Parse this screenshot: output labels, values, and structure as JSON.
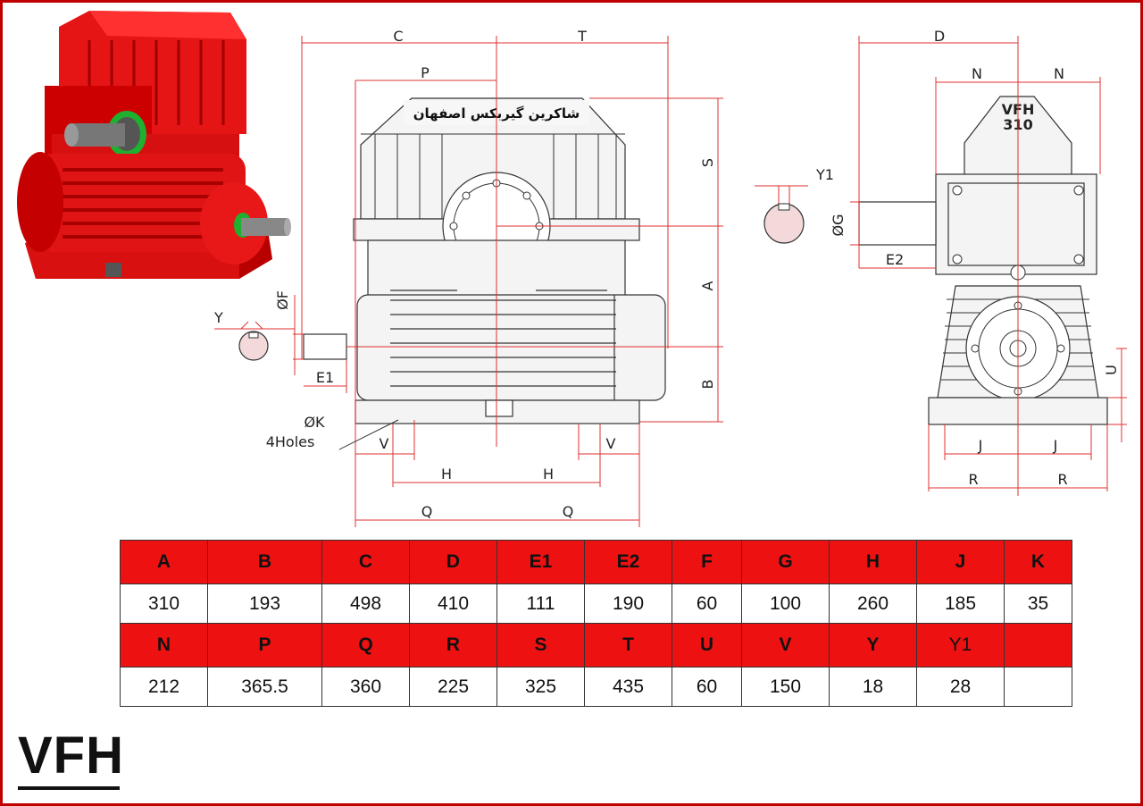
{
  "drawing": {
    "company_title": "شاکرین گیربکس اصفهان",
    "body_marking": [
      "VFH",
      "310"
    ],
    "labels": {
      "C": "C",
      "T": "T",
      "P": "P",
      "S": "S",
      "A": "A",
      "B": "B",
      "D": "D",
      "N": "N",
      "Y": "Y",
      "Y1": "Y1",
      "F": "ØF",
      "G": "ØG",
      "E1": "E1",
      "E2": "E2",
      "K": "ØK",
      "holes": "4Holes",
      "V": "V",
      "H": "H",
      "Q": "Q",
      "J": "J",
      "R": "R",
      "U": "U"
    }
  },
  "table": {
    "row1_headers": [
      "A",
      "B",
      "C",
      "D",
      "E1",
      "E2",
      "F",
      "G",
      "H",
      "J",
      "K"
    ],
    "row1_values": [
      "310",
      "193",
      "498",
      "410",
      "111",
      "190",
      "60",
      "100",
      "260",
      "185",
      "35"
    ],
    "row2_headers": [
      "N",
      "P",
      "Q",
      "R",
      "S",
      "T",
      "U",
      "V",
      "Y",
      "Y1",
      ""
    ],
    "row2_values": [
      "212",
      "365.5",
      "360",
      "225",
      "325",
      "435",
      "60",
      "150",
      "18",
      "28",
      ""
    ]
  },
  "brand": "VFH",
  "colors": {
    "accent": "#e00000",
    "table_header": "#ee1111",
    "border": "#c00000"
  }
}
